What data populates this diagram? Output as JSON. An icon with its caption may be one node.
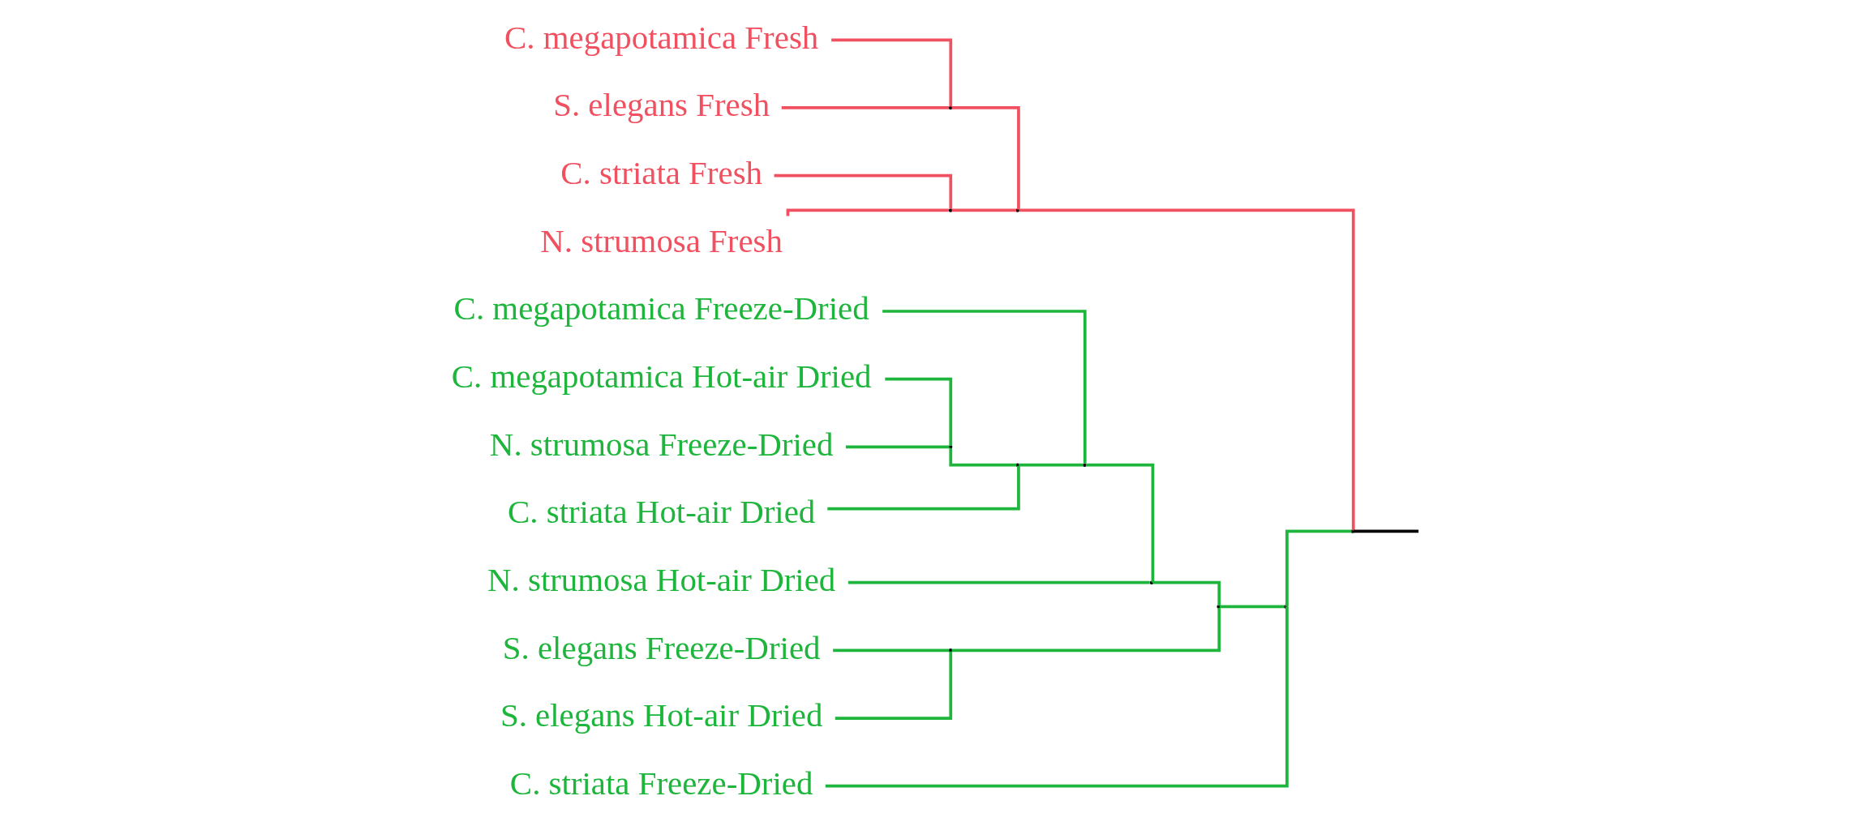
{
  "diagram": {
    "nodes": [
      {
        "text": [
          "C. megapotamica Fresh"
        ]
      },
      {
        "text": [
          "S. elegans Fresh"
        ]
      },
      {
        "text": [
          "C. striata Fresh"
        ]
      },
      {
        "text": [
          "N. strumosa Fresh"
        ]
      },
      {
        "text": [
          "C. megapotamica Freeze-Dried"
        ]
      },
      {
        "text": [
          "C. megapotamica Hot-air Dried"
        ]
      },
      {
        "text": [
          "N. strumosa Freeze-Dried"
        ]
      },
      {
        "text": [
          "C. striata Hot-air Dried"
        ]
      },
      {
        "text": [
          "N. strumosa Hot-air Dried"
        ]
      },
      {
        "text": [
          "S. elegans Freeze-Dried"
        ]
      },
      {
        "text": [
          "S. elegans Hot-air Dried"
        ]
      },
      {
        "text": [
          "C. striata Freeze-Dried"
        ]
      },
      {
        "text": [],
        "shape": "point"
      },
      {
        "text": [],
        "shape": "point"
      },
      {
        "text": [],
        "shape": "point"
      },
      {
        "text": [],
        "shape": "point"
      },
      {
        "text": [],
        "shape": "point"
      },
      {
        "text": [],
        "shape": "point"
      },
      {
        "text": [],
        "shape": "point"
      },
      {
        "text": [],
        "shape": "point"
      },
      {
        "text": [],
        "shape": "point"
      },
      {
        "text": [],
        "shape": "point"
      },
      {
        "text": [],
        "shape": "point"
      }
    ],
    "edges": [
      {
        "from": 0,
        "to": 12,
        "arrow": "none",
        "color": "#f0505f"
      },
      {
        "from": 1,
        "to": 12,
        "arrow": "none",
        "color": "#f0505f"
      },
      {
        "from": 2,
        "to": 13,
        "arrow": "none",
        "color": "#f0505f"
      },
      {
        "from": 3,
        "to": 13,
        "arrow": "none",
        "color": "#f0505f"
      },
      {
        "from": 12,
        "to": 14,
        "arrow": "none",
        "color": "#f0505f"
      },
      {
        "from": 13,
        "to": 14,
        "arrow": "none",
        "color": "#f0505f"
      },
      {
        "from": 14,
        "to": 22,
        "arrow": "none",
        "color": "#f0505f"
      },
      {
        "from": 5,
        "to": 15,
        "arrow": "none"
      },
      {
        "from": 6,
        "to": 15,
        "arrow": "none"
      },
      {
        "from": 9,
        "to": 16,
        "arrow": "none"
      },
      {
        "from": 10,
        "to": 16,
        "arrow": "none"
      },
      {
        "from": 15,
        "to": 17,
        "arrow": "none"
      },
      {
        "from": 7,
        "to": 17,
        "arrow": "none"
      },
      {
        "from": 4,
        "to": 18,
        "arrow": "none"
      },
      {
        "from": 17,
        "to": 18,
        "arrow": "none"
      },
      {
        "from": 18,
        "to": 19,
        "arrow": "none"
      },
      {
        "from": 8,
        "to": 19,
        "arrow": "none"
      },
      {
        "from": 19,
        "to": 20,
        "arrow": "none"
      },
      {
        "from": 16,
        "to": 20,
        "arrow": "none"
      },
      {
        "from": 20,
        "to": 21,
        "arrow": "none"
      },
      {
        "from": 11,
        "to": 21,
        "arrow": "none"
      },
      {
        "from": 21,
        "to": 22,
        "arrow": "none"
      },
      {
        "from": 22,
        "to": null,
        "arrow": "none",
        "color": "#000000"
      }
    ]
  }
}
